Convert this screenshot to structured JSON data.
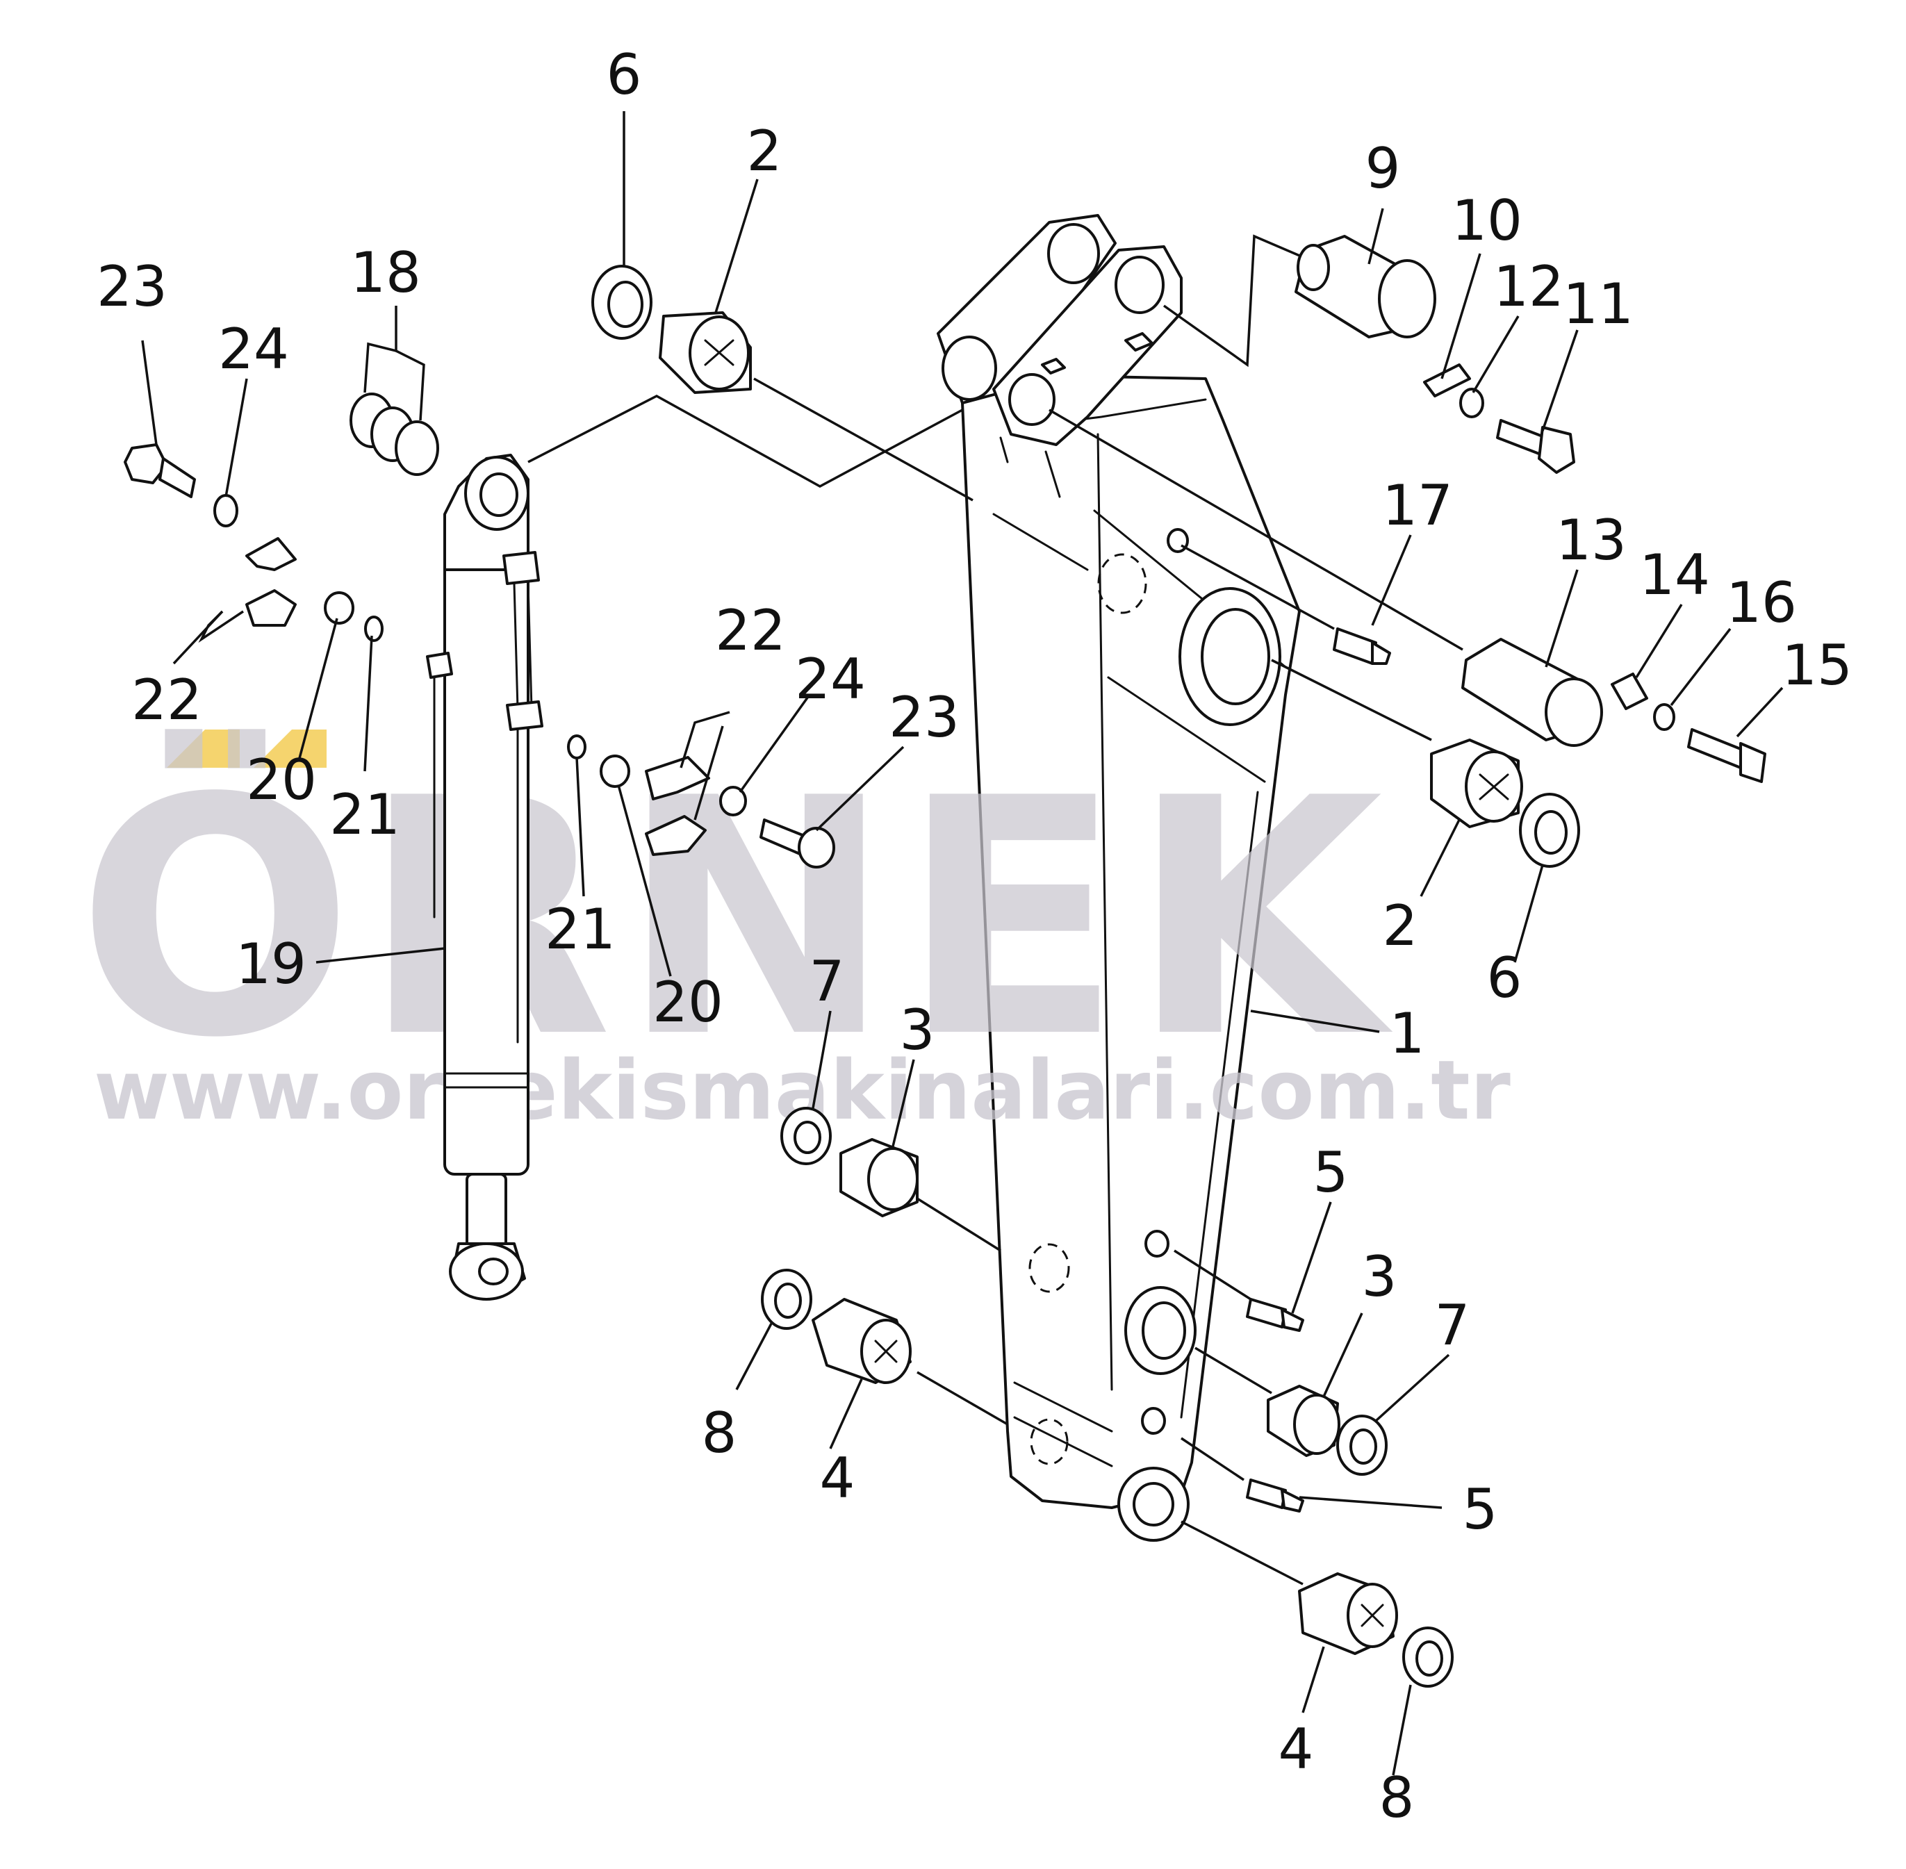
{
  "watermark": {
    "brand": "ÖRNEK",
    "url": "www.ornekismakinalari.com.tr",
    "text_color": "#c9c6cf",
    "accent_color": "#f3c94a"
  },
  "callouts": [
    {
      "id": "c6a",
      "label": "6"
    },
    {
      "id": "c2a",
      "label": "2"
    },
    {
      "id": "c9",
      "label": "9"
    },
    {
      "id": "c10",
      "label": "10"
    },
    {
      "id": "c12",
      "label": "12"
    },
    {
      "id": "c11",
      "label": "11"
    },
    {
      "id": "c23a",
      "label": "23"
    },
    {
      "id": "c24a",
      "label": "24"
    },
    {
      "id": "c18",
      "label": "18"
    },
    {
      "id": "c17",
      "label": "17"
    },
    {
      "id": "c13",
      "label": "13"
    },
    {
      "id": "c14",
      "label": "14"
    },
    {
      "id": "c16",
      "label": "16"
    },
    {
      "id": "c15",
      "label": "15"
    },
    {
      "id": "c22a",
      "label": "22"
    },
    {
      "id": "c22b",
      "label": "22"
    },
    {
      "id": "c24b",
      "label": "24"
    },
    {
      "id": "c23b",
      "label": "23"
    },
    {
      "id": "c20a",
      "label": "20"
    },
    {
      "id": "c21a",
      "label": "21"
    },
    {
      "id": "c21b",
      "label": "21"
    },
    {
      "id": "c20b",
      "label": "20"
    },
    {
      "id": "c19",
      "label": "19"
    },
    {
      "id": "c2b",
      "label": "2"
    },
    {
      "id": "c6b",
      "label": "6"
    },
    {
      "id": "c1",
      "label": "1"
    },
    {
      "id": "c7a",
      "label": "7"
    },
    {
      "id": "c3a",
      "label": "3"
    },
    {
      "id": "c5a",
      "label": "5"
    },
    {
      "id": "c3b",
      "label": "3"
    },
    {
      "id": "c7b",
      "label": "7"
    },
    {
      "id": "c8a",
      "label": "8"
    },
    {
      "id": "c4a",
      "label": "4"
    },
    {
      "id": "c5b",
      "label": "5"
    },
    {
      "id": "c4b",
      "label": "4"
    },
    {
      "id": "c8b",
      "label": "8"
    }
  ]
}
